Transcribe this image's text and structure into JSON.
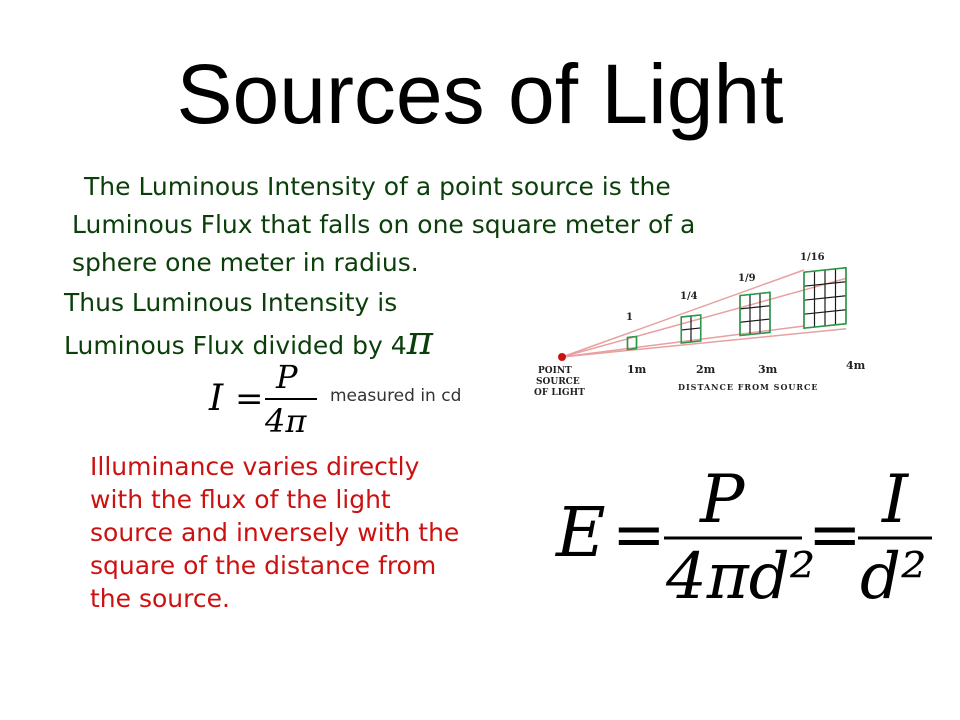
{
  "slide": {
    "title": "Sources of Light",
    "definition_lines": [
      "The Luminous Intensity of a point source is the",
      "Luminous Flux that falls on one square meter of a",
      "sphere one meter in radius."
    ],
    "thus_lines": [
      "Thus Luminous Intensity is",
      "Luminous Flux divided by 4"
    ],
    "thus_pi": "π",
    "formula_intensity": {
      "lhs": "I",
      "eq": "=",
      "num": "P",
      "den": "4π"
    },
    "units_text": "measured in cd",
    "illuminance_lines": [
      "Illuminance varies directly",
      "with the flux of the light",
      "source and inversely with the",
      "square of the distance from",
      "the source."
    ],
    "formula_illuminance": {
      "lhs": "E",
      "eq1": "=",
      "num1": "P",
      "den1": "4πd²",
      "eq2": "=",
      "num2": "I",
      "den2": "d²"
    }
  },
  "diagram": {
    "source_label": [
      "POINT",
      "SOURCE",
      "OF LIGHT"
    ],
    "distance_labels": [
      "1m",
      "2m",
      "3m",
      "4m"
    ],
    "fraction_labels": [
      "1",
      "1/4",
      "1/9",
      "1/16"
    ],
    "axis_caption": "DISTANCE   FROM SOURCE",
    "colors": {
      "rays": "#e8a0a0",
      "grid": "#1a1a1a",
      "outline": "#2a9a4a",
      "source": "#cc1111",
      "labels": "#222222"
    }
  }
}
